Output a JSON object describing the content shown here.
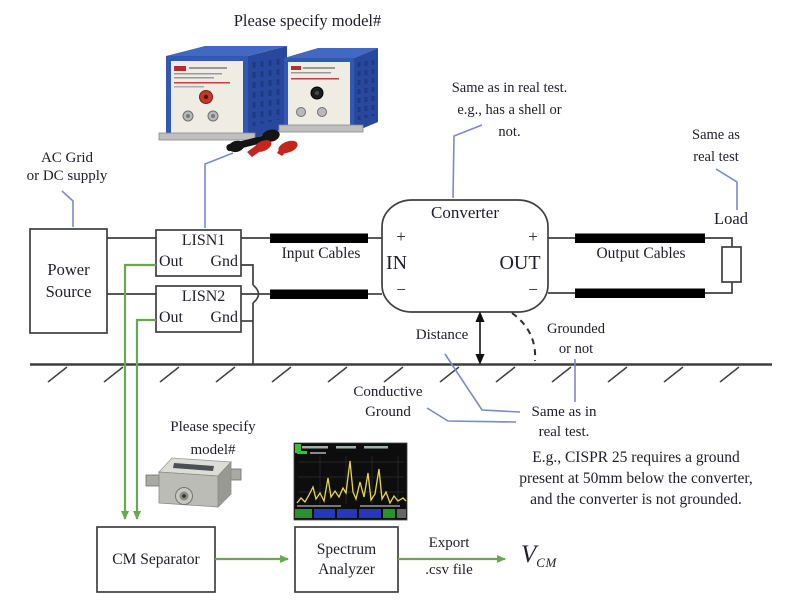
{
  "annotations": {
    "specify_top": "Please specify model#",
    "ac_grid": "AC Grid\nor DC supply",
    "same_shell": "Same as in real test.\ne.g., has a shell or\nnot.",
    "same_real_right": "Same as\nreal test",
    "distance": "Distance",
    "grounded_or_not": "Grounded\nor not",
    "conductive_ground": "Conductive\nGround",
    "same_real_mid": "Same as in\nreal test.",
    "cispr_note": "E.g., CISPR 25 requires a ground\npresent at 50mm below the converter,\nand the converter is not grounded.",
    "specify_bottom": "Please specify\nmodel#",
    "export_top": "Export",
    "export_bottom": ".csv file"
  },
  "blocks": {
    "power_source": "Power\nSource",
    "lisn1": {
      "title": "LISN1",
      "out": "Out",
      "gnd": "Gnd"
    },
    "lisn2": {
      "title": "LISN2",
      "out": "Out",
      "gnd": "Gnd"
    },
    "input_cables": "Input Cables",
    "converter": {
      "title": "Converter",
      "in_label": "IN",
      "out_label": "OUT",
      "plus": "+",
      "minus": "−"
    },
    "output_cables": "Output Cables",
    "load": "Load",
    "cm_separator": "CM Separator",
    "spectrum_analyzer": "Spectrum\nAnalyzer"
  },
  "result": {
    "base": "V",
    "sub": "CM"
  },
  "colors": {
    "wire_green": "#6aa84f",
    "callout_blue": "#7b88cc",
    "diagram_stroke": "#3f3f3f",
    "text": "#1e1e28",
    "lisn_blue": "#3358b4",
    "trace_yellow": "#e6d84a"
  }
}
